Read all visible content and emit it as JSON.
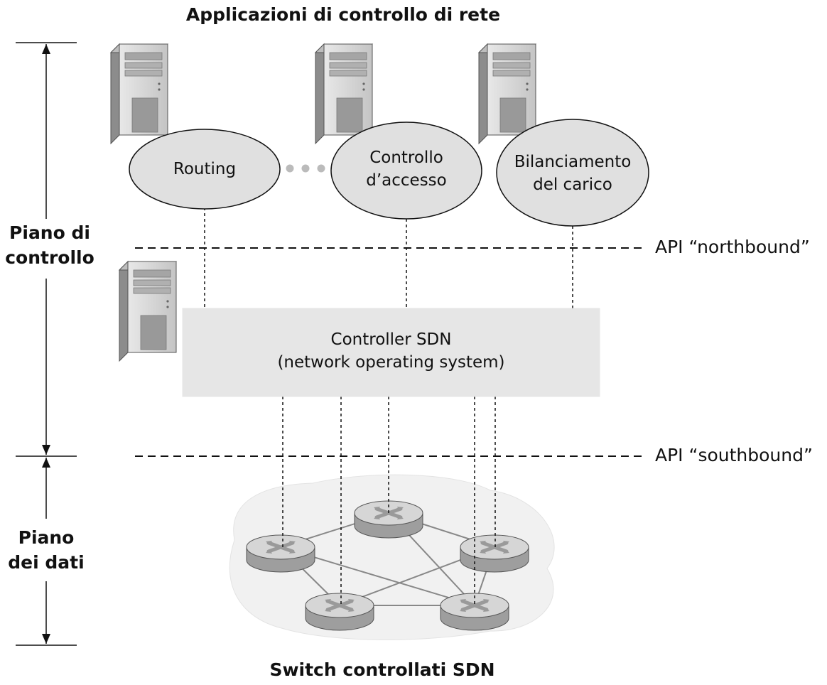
{
  "title": "Applicazioni di controllo di rete",
  "footer_title": "Switch controllati SDN",
  "planes": {
    "control": [
      "Piano di",
      "controllo"
    ],
    "data": [
      "Piano",
      "dei dati"
    ]
  },
  "apis": {
    "northbound": "API “northbound”",
    "southbound": "API “southbound”"
  },
  "apps": {
    "routing": [
      "Routing"
    ],
    "access_control": [
      "Controllo",
      "d’accesso"
    ],
    "load_balancing": [
      "Bilanciamento",
      "del carico"
    ]
  },
  "controller": [
    "Controller SDN",
    "(network operating system)"
  ],
  "colors": {
    "ellipse_fill": "#e0e0e0",
    "controller_fill": "#e6e6e6",
    "cloud_fill": "#f1f1f1",
    "router_fill": "#d6d6d6",
    "ellipsis_dots": "#bbbbbb",
    "line": "#111111"
  }
}
